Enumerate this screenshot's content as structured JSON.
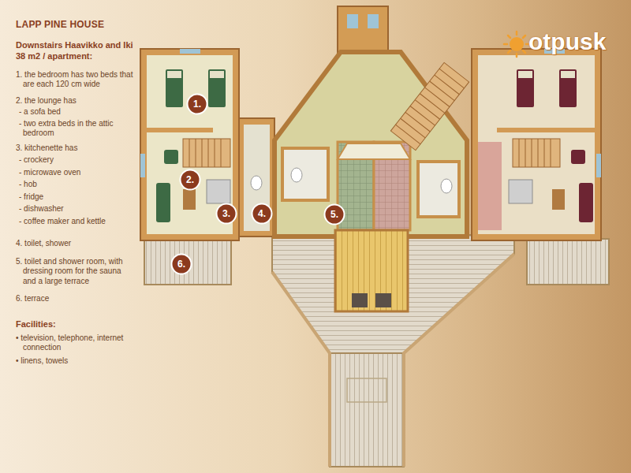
{
  "diagram": {
    "title": "LAPP PINE HOUSE",
    "nodes": [
      {
        "text": [
          "1."
        ]
      },
      {
        "text": [
          "2."
        ]
      },
      {
        "text": [
          "3."
        ]
      },
      {
        "text": [
          "4."
        ]
      },
      {
        "text": [
          "5."
        ]
      },
      {
        "text": [
          "6."
        ]
      }
    ],
    "labels": [
      "Downstairs Haavikko and Iki 38 m2 / apartment:",
      "1. the bedroom has two beds that are each 120 cm wide",
      "2. the lounge has",
      "- a sofa bed",
      "- two extra beds in the attic bedroom",
      "3. kitchenette has",
      "- crockery",
      "- microwave oven",
      "- hob",
      "- fridge",
      "- dishwasher",
      "- coffee maker and kettle",
      "4. toilet, shower",
      "5. toilet and shower room, with dressing room for the sauna and a large terrace",
      "6. terrace",
      "Facilities:",
      "• television, telephone, internet connection",
      "• linens, towels",
      "otpusk"
    ]
  }
}
